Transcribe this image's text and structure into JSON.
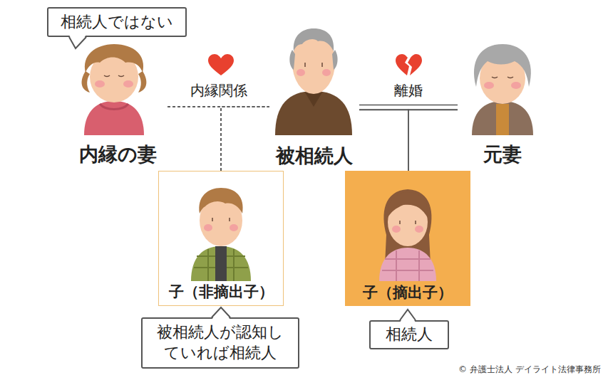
{
  "diagram": {
    "nodes": [
      {
        "text": [
          "相続人ではない"
        ]
      },
      {
        "text": [
          "内縁の妻"
        ]
      },
      {
        "text": [
          "被相続人"
        ]
      },
      {
        "text": [
          "元妻"
        ]
      },
      {
        "text": [
          "子（非摘出子）"
        ]
      },
      {
        "text": [
          "子（摘出子）"
        ]
      },
      {
        "text": [
          "被相続人が認知していれば相続人"
        ]
      },
      {
        "text": [
          "相続人"
        ]
      }
    ],
    "edges": [
      {
        "from": 1,
        "to": 2,
        "label": "内縁関係",
        "arrow": "none"
      },
      {
        "from": 2,
        "to": 3,
        "label": "離婚",
        "arrow": "none"
      },
      {
        "from": 1,
        "to": 4,
        "arrow": "none"
      },
      {
        "from": 2,
        "to": 4,
        "arrow": "none"
      },
      {
        "from": 2,
        "to": 5,
        "arrow": "none"
      },
      {
        "from": 3,
        "to": 5,
        "arrow": "none"
      }
    ],
    "labels": [
      "© 弁護士法人 デイライト法律事務所"
    ]
  }
}
